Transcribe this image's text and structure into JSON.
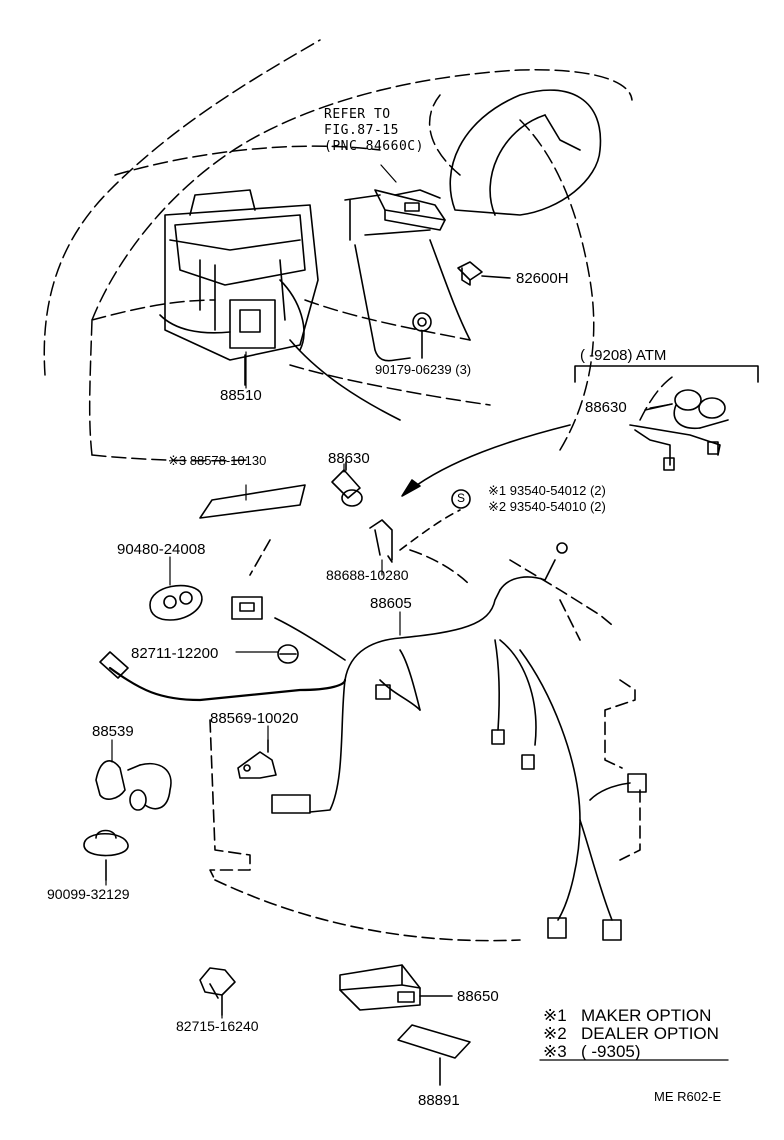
{
  "diagram": {
    "reference": {
      "line1": "REFER TO",
      "line2": "FIG.87-15",
      "line3": "(PNC 84660C)"
    },
    "parts": {
      "p82600H": "82600H",
      "p88510": "88510",
      "p90179": "90179-06239 (3)",
      "p9208atm": "(      -9208) ATM",
      "p88630_upper": "88630",
      "p88578": "※3 88578-10130",
      "p88630_mid": "88630",
      "p93540_1": "※1   93540-54012 (2)",
      "p93540_2": "※2   93540-54010 (2)",
      "s_mark": "S",
      "p90480": "90480-24008",
      "p88688": "88688-10280",
      "p88605": "88605",
      "p82711": "82711-12200",
      "p88569": "88569-10020",
      "p88539": "88539",
      "p90099": "90099-32129",
      "p82715": "82715-16240",
      "p88650": "88650",
      "p88891": "88891",
      "code": "ME R602-E"
    },
    "legend": [
      {
        "mark": "※1",
        "text": "MAKER OPTION"
      },
      {
        "mark": "※2",
        "text": "DEALER OPTION"
      },
      {
        "mark": "※3",
        "text": "(      -9305)"
      }
    ]
  }
}
